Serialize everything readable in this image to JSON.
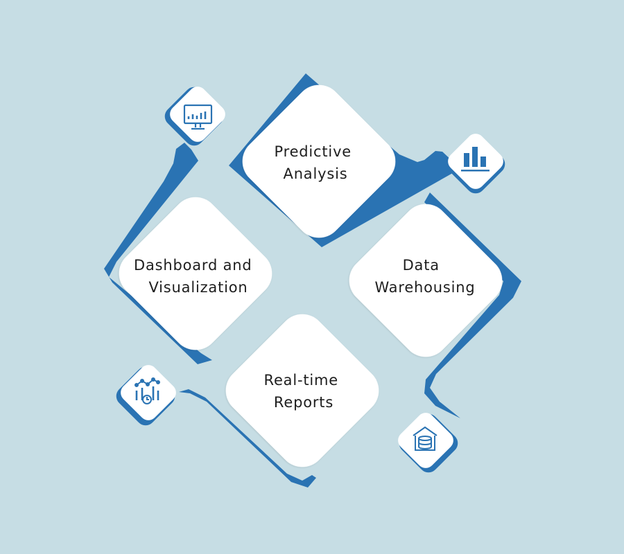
{
  "colors": {
    "background": "#c6dde4",
    "tile": "#ffffff",
    "border": "#2a73b3",
    "icon": "#2a73b3",
    "text": "#1e1e1e"
  },
  "tiles": [
    {
      "id": "predictive-analysis",
      "lines": [
        "Predictive",
        "Analysis"
      ]
    },
    {
      "id": "dashboard-visualization",
      "lines": [
        "Dashboard and",
        "Visualization"
      ]
    },
    {
      "id": "data-warehousing",
      "lines": [
        "Data",
        "Warehousing"
      ]
    },
    {
      "id": "realtime-reports",
      "lines": [
        "Real-time",
        "Reports"
      ]
    }
  ],
  "icons": [
    {
      "name": "monitor-chart-icon"
    },
    {
      "name": "bar-chart-icon"
    },
    {
      "name": "trend-clock-icon"
    },
    {
      "name": "data-warehouse-icon"
    }
  ]
}
